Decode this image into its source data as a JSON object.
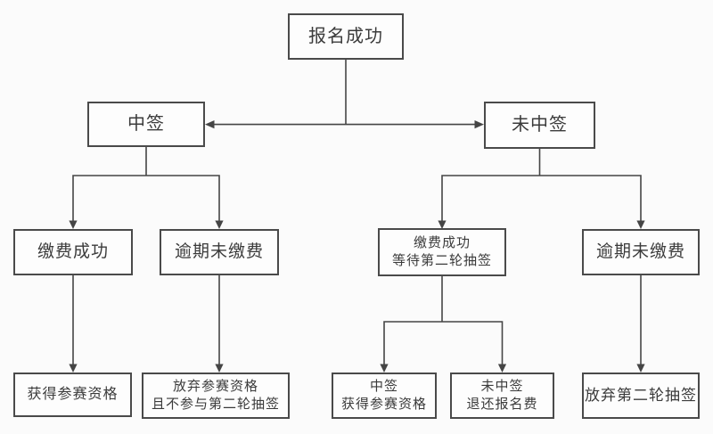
{
  "theme": {
    "bg_color": "#fbfbfb",
    "box_bg": "#fdfdfd",
    "border_color": "#4a4a4a",
    "line_color": "#454545",
    "text_color": "#3b3b3b"
  },
  "diagram": {
    "type": "flowchart",
    "nodes": {
      "signup_success": {
        "label": "报名成功"
      },
      "won": {
        "label": "中签"
      },
      "not_won": {
        "label": "未中签"
      },
      "payment_success": {
        "label": "缴费成功"
      },
      "overdue_unpaid_left": {
        "label": "逾期未缴费"
      },
      "payment_success_wait": {
        "line1": "缴费成功",
        "line2": "等待第二轮抽签"
      },
      "overdue_unpaid_right": {
        "label": "逾期未缴费"
      },
      "qualified": {
        "label": "获得参赛资格"
      },
      "give_up_qualification": {
        "line1": "放弃参赛资格",
        "line2": "且不参与第二轮抽签"
      },
      "second_draw_won": {
        "line1": "中签",
        "line2": "获得参赛资格"
      },
      "second_draw_not_won": {
        "line1": "未中签",
        "line2": "退还报名费"
      },
      "give_up_second_draw": {
        "label": "放弃第二轮抽签"
      }
    },
    "edges": [
      {
        "from": "signup_success",
        "to": "won"
      },
      {
        "from": "signup_success",
        "to": "not_won"
      },
      {
        "from": "won",
        "to": "payment_success"
      },
      {
        "from": "won",
        "to": "overdue_unpaid_left"
      },
      {
        "from": "not_won",
        "to": "payment_success_wait"
      },
      {
        "from": "not_won",
        "to": "overdue_unpaid_right"
      },
      {
        "from": "payment_success",
        "to": "qualified"
      },
      {
        "from": "overdue_unpaid_left",
        "to": "give_up_qualification"
      },
      {
        "from": "payment_success_wait",
        "to": "second_draw_won"
      },
      {
        "from": "payment_success_wait",
        "to": "second_draw_not_won"
      },
      {
        "from": "overdue_unpaid_right",
        "to": "give_up_second_draw"
      }
    ]
  }
}
